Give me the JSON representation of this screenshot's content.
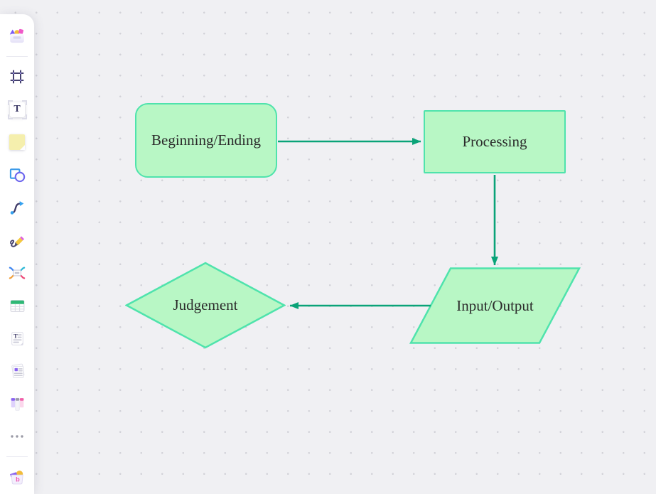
{
  "colors": {
    "canvas_bg": "#f0f0f3",
    "grid_dot": "#d2d2d8",
    "sidebar_bg": "#ffffff",
    "shape_fill": "#b8f7c5",
    "shape_border": "#4fe3ac",
    "connector": "#0aa378",
    "label_text": "#2b2b2b"
  },
  "sidebar": {
    "tools": [
      {
        "name": "templates"
      },
      {
        "name": "frame"
      },
      {
        "name": "text"
      },
      {
        "name": "sticky-note"
      },
      {
        "name": "shapes"
      },
      {
        "name": "connector"
      },
      {
        "name": "pen"
      },
      {
        "name": "mindmap"
      },
      {
        "name": "table"
      },
      {
        "name": "document"
      },
      {
        "name": "note-cards"
      },
      {
        "name": "kanban"
      },
      {
        "name": "more"
      },
      {
        "name": "apps"
      }
    ],
    "glyphs": {
      "text_tool": "T",
      "document_tool": "T",
      "apps_tool": "b"
    }
  },
  "diagram": {
    "nodes": [
      {
        "id": "beginning_ending",
        "label": "Beginning/Ending",
        "shape": "rounded-rectangle"
      },
      {
        "id": "processing",
        "label": "Processing",
        "shape": "rectangle"
      },
      {
        "id": "input_output",
        "label": "Input/Output",
        "shape": "parallelogram"
      },
      {
        "id": "judgement",
        "label": "Judgement",
        "shape": "diamond"
      }
    ],
    "connectors": [
      {
        "from": "beginning_ending",
        "to": "processing",
        "direction": "right"
      },
      {
        "from": "processing",
        "to": "input_output",
        "direction": "down"
      },
      {
        "from": "input_output",
        "to": "judgement",
        "direction": "left"
      }
    ]
  }
}
